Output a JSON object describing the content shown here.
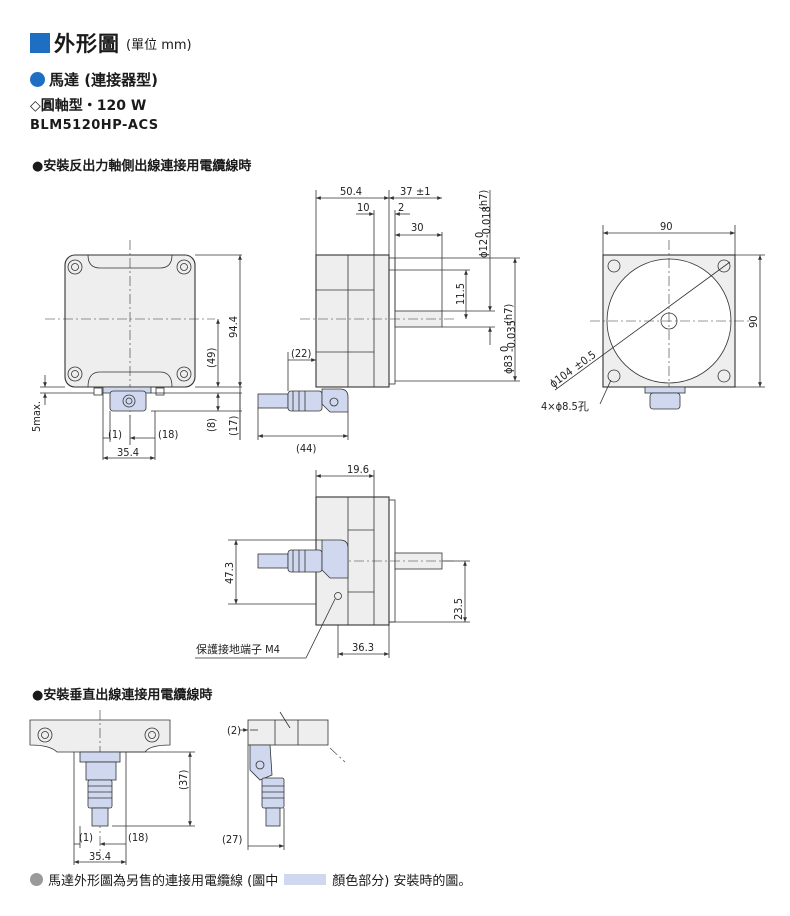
{
  "header": {
    "title": "外形圖",
    "unit": "(單位 mm)"
  },
  "motor": {
    "type_label": "馬達 (連接器型)",
    "shaft_label": "◇圓軸型・120 W",
    "model": "BLM5120HP-ACS"
  },
  "section_parallel": {
    "title": "●安裝反出力軸側出線連接用電纜線時"
  },
  "section_vertical": {
    "title": "●安裝垂直出線連接用電纜線時"
  },
  "dims": {
    "d50_4": "50.4",
    "d37": "37",
    "tol_pm1": "±1",
    "d10": "10",
    "d2": "2",
    "d30": "30",
    "shaft_dia": "ϕ12",
    "shaft_tol": "-0.018",
    "shaft_tol_zero": "0",
    "fit_h7": "(h7)",
    "d11_5": "11.5",
    "pilot_dia": "ϕ83",
    "pilot_tol": "-0.035",
    "pilot_tol_zero": "0",
    "d22": "(22)",
    "d44": "(44)",
    "d94_4": "94.4",
    "d49": "(49)",
    "d8": "(8)",
    "d17": "(17)",
    "d5max": "5max.",
    "d1": "(1)",
    "d18": "(18)",
    "d35_4": "35.4",
    "d90_top": "90",
    "d90_side": "90",
    "pcd": "ϕ104",
    "pcd_tol": "±0.5",
    "holes": "4×ϕ8.5孔",
    "d19_6": "19.6",
    "d47_3": "47.3",
    "d23_5": "23.5",
    "d36_3": "36.3",
    "ground_terminal": "保護接地端子 M4",
    "v_d2": "(2)",
    "v_d37": "(37)",
    "v_d1": "(1)",
    "v_d18": "(18)",
    "v_d35_4": "35.4",
    "v_d27": "(27)"
  },
  "footnote": {
    "pre": "馬達外形圖為另售的連接用電纜線 (圖中",
    "post": "顏色部分) 安裝時的圖。"
  },
  "colors": {
    "accent": "#1e6fc4",
    "cable_highlight": "#cfd8ee",
    "body_fill": "#eeeeee",
    "line": "#333333"
  }
}
